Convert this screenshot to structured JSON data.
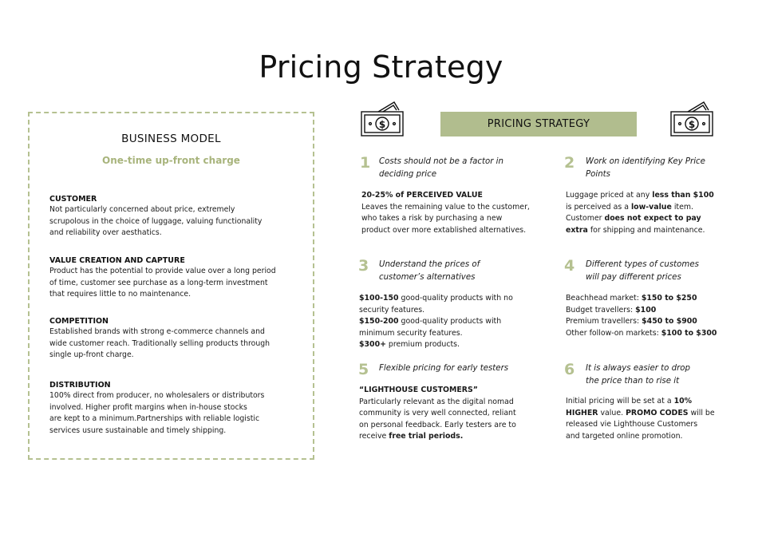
{
  "page": {
    "title": "Pricing Strategy"
  },
  "business_model": {
    "title": "BUSINESS MODEL",
    "subtitle": "One-time up-front charge",
    "sections": [
      {
        "heading": "CUSTOMER",
        "lines": [
          "Not particularly concerned about price, extremely",
          "scrupolous in the choice of luggage, valuing functionality",
          "and reliability over aesthatics."
        ]
      },
      {
        "heading": "VALUE CREATION AND CAPTURE",
        "lines": [
          "Product has the potential to provide value over a long period",
          "of time, customer see purchase as a long-term investment",
          "that requires little to no maintenance."
        ]
      },
      {
        "heading": "COMPETITION",
        "lines": [
          "Established brands with strong e-commerce channels and",
          "wide customer reach. Traditionally selling products through",
          "single up-front charge."
        ]
      },
      {
        "heading": "DISTRIBUTION",
        "lines": [
          "100% direct from producer, no wholesalers or distributors",
          "involved. Higher profit margins when in-house stocks",
          "are kept to a minimum.Partnerships with reliable logistic",
          "services usure sustainable and timely shipping."
        ]
      }
    ]
  },
  "pricing_strategy": {
    "banner": "PRICING STRATEGY",
    "icons": {
      "left": "money-bill-icon",
      "right": "money-bill-icon"
    },
    "accent_color": "#b1bd8e",
    "items": [
      {
        "num": "1",
        "head": [
          "Costs should not be a factor in",
          "deciding price"
        ],
        "body": [
          [
            {
              "t": "20-25% of PERCEIVED VALUE",
              "b": true
            }
          ],
          [
            {
              "t": "Leaves the remaining value to the customer,"
            }
          ],
          [
            {
              "t": "who takes a risk by purchasing a new"
            }
          ],
          [
            {
              "t": "product over more extablished alternatives."
            }
          ]
        ]
      },
      {
        "num": "2",
        "head": [
          "Work on identifying Key Price",
          "Points"
        ],
        "body": [
          [
            {
              "t": "Luggage priced at any "
            },
            {
              "t": "less than $100",
              "b": true
            }
          ],
          [
            {
              "t": "is perceived as a "
            },
            {
              "t": "low-value",
              "b": true
            },
            {
              "t": " item."
            }
          ],
          [
            {
              "t": "Customer "
            },
            {
              "t": "does not expect to pay",
              "b": true
            }
          ],
          [
            {
              "t": "extra",
              "b": true
            },
            {
              "t": " for shipping and maintenance."
            }
          ]
        ]
      },
      {
        "num": "3",
        "head": [
          "Understand the prices of",
          "customer’s alternatives"
        ],
        "body": [
          [
            {
              "t": "$100-150",
              "b": true
            },
            {
              "t": " good-quality products with no"
            }
          ],
          [
            {
              "t": "security features."
            }
          ],
          [
            {
              "t": "$150-200",
              "b": true
            },
            {
              "t": " good-quality products with"
            }
          ],
          [
            {
              "t": "minimum security features."
            }
          ],
          [
            {
              "t": "$300+",
              "b": true
            },
            {
              "t": " premium products."
            }
          ]
        ]
      },
      {
        "num": "4",
        "head": [
          "Different types of customes",
          "will pay different prices"
        ],
        "body": [
          [
            {
              "t": "Beachhead market: "
            },
            {
              "t": "$150 to $250",
              "b": true
            }
          ],
          [
            {
              "t": "Budget travellers: "
            },
            {
              "t": "$100",
              "b": true
            }
          ],
          [
            {
              "t": "Premium travellers: "
            },
            {
              "t": "$450 to $900",
              "b": true
            }
          ],
          [
            {
              "t": "Other follow-on markets: "
            },
            {
              "t": "$100 to $300",
              "b": true
            }
          ]
        ]
      },
      {
        "num": "5",
        "head": [
          "Flexible pricing for early testers"
        ],
        "body": [
          [
            {
              "t": "“LIGHTHOUSE CUSTOMERS”",
              "b": true
            }
          ],
          [
            {
              "t": "Particularly relevant as the digital nomad"
            }
          ],
          [
            {
              "t": "community is very well connected, reliant"
            }
          ],
          [
            {
              "t": "on personal feedback. Early testers are to"
            }
          ],
          [
            {
              "t": "receive "
            },
            {
              "t": "free trial periods.",
              "b": true
            }
          ]
        ]
      },
      {
        "num": "6",
        "head": [
          "It is always easier to drop",
          "the price than to rise it"
        ],
        "body": [
          [
            {
              "t": "Initial pricing will be set at a "
            },
            {
              "t": "10%",
              "b": true
            }
          ],
          [
            {
              "t": "HIGHER",
              "b": true
            },
            {
              "t": " value. "
            },
            {
              "t": "PROMO CODES",
              "b": true
            },
            {
              "t": " will be"
            }
          ],
          [
            {
              "t": "released vie Lighthouse Customers"
            }
          ],
          [
            {
              "t": "and targeted online promotion."
            }
          ]
        ]
      }
    ]
  }
}
